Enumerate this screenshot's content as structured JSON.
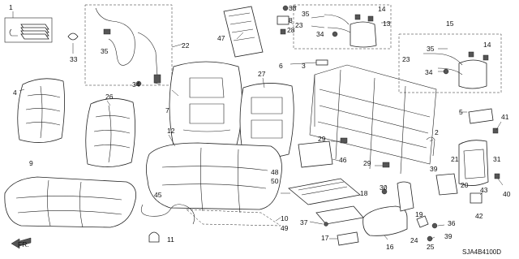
{
  "diagram": {
    "code": "SJA4B4100D",
    "front_marker": "FR.",
    "callouts": {
      "c1": "1",
      "c2": "2",
      "c3": "3",
      "c4": "4",
      "c5": "5",
      "c6": "6",
      "c7": "7",
      "c8": "8",
      "c9": "9",
      "c10": "10",
      "c11": "11",
      "c12": "12",
      "c13": "13",
      "c14a": "14",
      "c14b": "14",
      "c15": "15",
      "c16": "16",
      "c17": "17",
      "c18": "18",
      "c19": "19",
      "c20": "20",
      "c21": "21",
      "c22": "22",
      "c23a": "23",
      "c23b": "23",
      "c24": "24",
      "c25": "25",
      "c26": "26",
      "c27": "27",
      "c28": "28",
      "c29a": "29",
      "c29b": "29",
      "c30": "30",
      "c31": "31",
      "c33": "33",
      "c34a": "34",
      "c34b": "34",
      "c34c": "34",
      "c35a": "35",
      "c35b": "35",
      "c35c": "35",
      "c36": "36",
      "c37": "37",
      "c38": "38",
      "c39": "39",
      "c40": "40",
      "c41": "41",
      "c42": "42",
      "c43": "43",
      "c45": "45",
      "c46": "46",
      "c47": "47",
      "c48": "48",
      "c49": "49",
      "c50": "50"
    }
  }
}
